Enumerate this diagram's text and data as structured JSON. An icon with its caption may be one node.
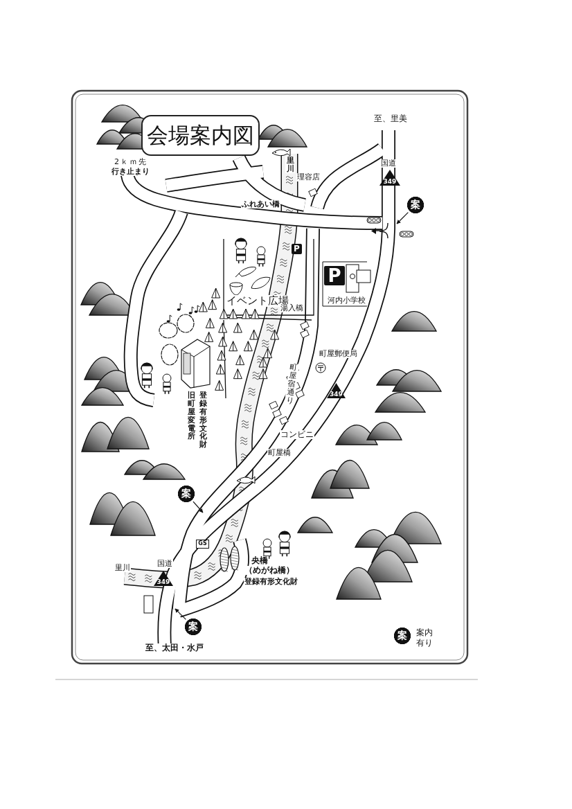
{
  "diagram": {
    "title": "会場案内図",
    "nodes": [
      {
        "text": [
          "案"
        ]
      },
      {
        "text": [
          "案"
        ]
      },
      {
        "text": [
          "案"
        ]
      },
      {
        "text": [
          "案"
        ]
      }
    ],
    "edges": [
      {
        "from": 0,
        "to": null,
        "arrow": "to"
      },
      {
        "from": 1,
        "to": null,
        "arrow": "to"
      },
      {
        "from": 2,
        "to": null,
        "arrow": "to"
      }
    ],
    "labels": [
      "至、里美",
      "2ｋｍ先",
      "行き止まり",
      "里川",
      "国道",
      "349",
      "理容店",
      "ふれあい橋",
      "P",
      "P",
      "イベント広場",
      "河内小学校",
      "湯入橋",
      "町屋郵便局",
      "町屋宿通り",
      "349",
      "登録有形文化財",
      "旧町屋変電所",
      "コンビニ",
      "町屋橋",
      "GS",
      "央橋",
      "（めがね橋）",
      "登録有形文化財",
      "里川",
      "国道",
      "349",
      "至、太田・水戸"
    ],
    "legend": [
      {
        "text": "案内有り"
      }
    ]
  }
}
